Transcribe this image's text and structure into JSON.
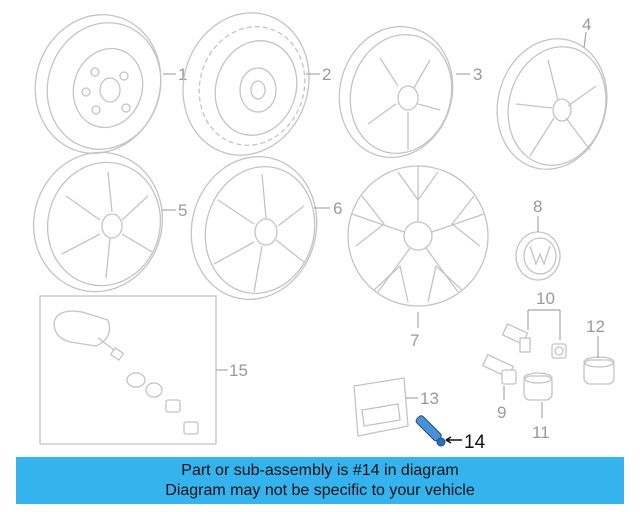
{
  "callouts": {
    "c1": "1",
    "c2": "2",
    "c3": "3",
    "c4": "4",
    "c5": "5",
    "c6": "6",
    "c7": "7",
    "c8": "8",
    "c9": "9",
    "c10": "10",
    "c11": "11",
    "c12": "12",
    "c13": "13",
    "c14": "14",
    "c15": "15"
  },
  "highlight_color": "#4a90d9",
  "banner": {
    "line1": "Part or sub-assembly is #14 in diagram",
    "line2": "Diagram may not be specific to your vehicle",
    "background": "#35b3ee"
  }
}
